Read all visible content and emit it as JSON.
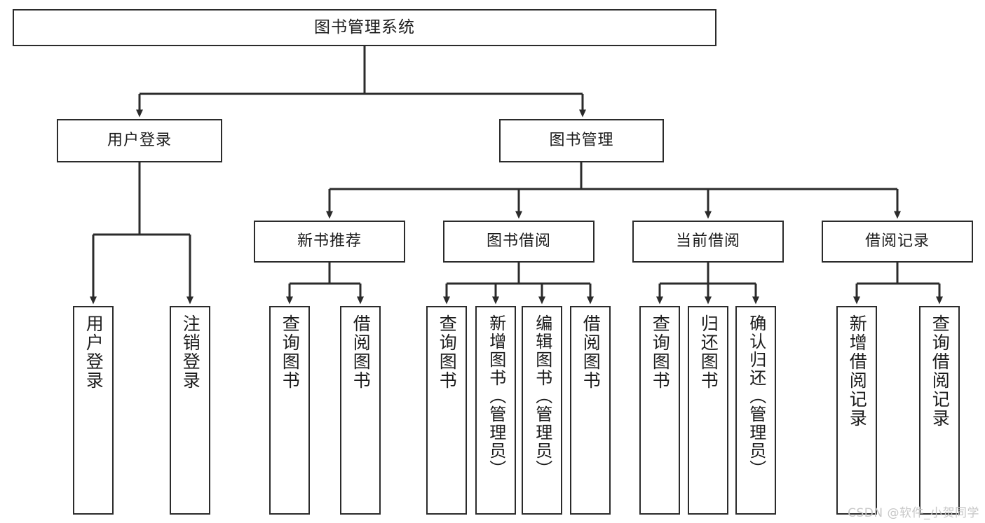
{
  "diagram": {
    "title": "图书管理系统",
    "type": "tree-hierarchy",
    "watermark": "CSDN @软件_小贺同学",
    "colors": {
      "box_border": "#2b2b2b",
      "box_fill": "#ffffff",
      "wire": "#2b2b2b",
      "text": "#1c1c1c",
      "watermark": "#c7c7c7"
    },
    "root": {
      "label": "图书管理系统"
    },
    "level2": [
      {
        "label": "用户登录"
      },
      {
        "label": "图书管理"
      }
    ],
    "level3": [
      {
        "label": "新书推荐"
      },
      {
        "label": "图书借阅"
      },
      {
        "label": "当前借阅"
      },
      {
        "label": "借阅记录"
      }
    ],
    "leaves": {
      "user_login": [
        {
          "label": "用户登录"
        },
        {
          "label": "注销登录"
        }
      ],
      "new_book_recommend": [
        {
          "label": "查询图书"
        },
        {
          "label": "借阅图书"
        }
      ],
      "book_borrow": [
        {
          "label": "查询图书"
        },
        {
          "label": "新增图书（管理员）"
        },
        {
          "label": "编辑图书（管理员）"
        },
        {
          "label": "借阅图书"
        }
      ],
      "current_borrow": [
        {
          "label": "查询图书"
        },
        {
          "label": "归还图书"
        },
        {
          "label": "确认归还（管理员）"
        }
      ],
      "borrow_record": [
        {
          "label": "新增借阅记录"
        },
        {
          "label": "查询借阅记录"
        }
      ]
    }
  }
}
